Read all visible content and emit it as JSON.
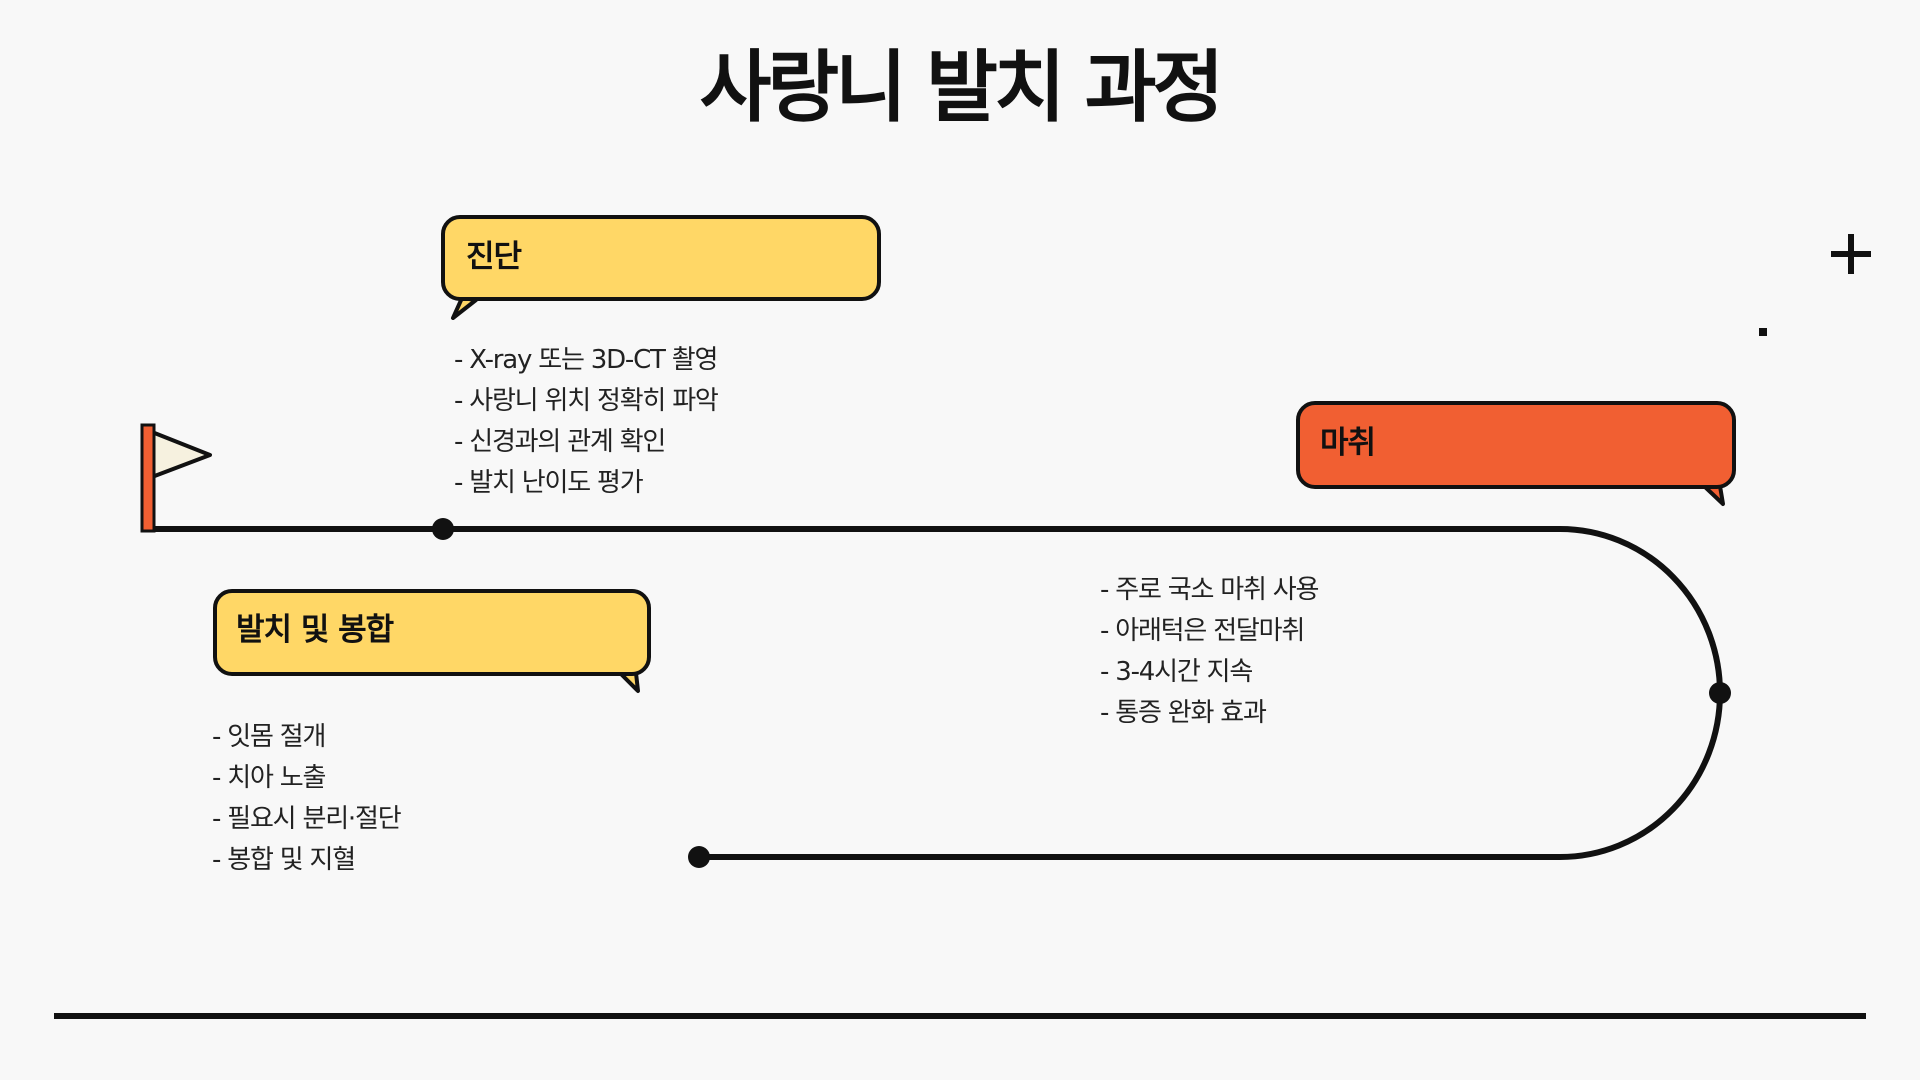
{
  "title": "사랑니 발치 과정",
  "colors": {
    "background": "#f8f8f8",
    "yellow": "#ffd766",
    "orange": "#f15f32",
    "line": "#111111",
    "flag_pole": "#f15f32",
    "flag": "#f6f1df"
  },
  "steps": [
    {
      "heading": "진단",
      "color": "#ffd766",
      "items": [
        "- X-ray 또는 3D-CT 촬영",
        "- 사랑니 위치 정확히 파악",
        "- 신경과의 관계 확인",
        "- 발치 난이도 평가"
      ]
    },
    {
      "heading": "마취",
      "color": "#f15f32",
      "items": [
        "- 주로 국소 마취 사용",
        "- 아래턱은 전달마취",
        "- 3-4시간 지속",
        "- 통증 완화 효과"
      ]
    },
    {
      "heading": "발치 및 봉합",
      "color": "#ffd766",
      "items": [
        "- 잇몸 절개",
        "- 치아 노출",
        "- 필요시 분리·절단",
        "- 봉합 및 지혈"
      ]
    }
  ],
  "icons": [
    "flag-icon",
    "plus-icon"
  ]
}
